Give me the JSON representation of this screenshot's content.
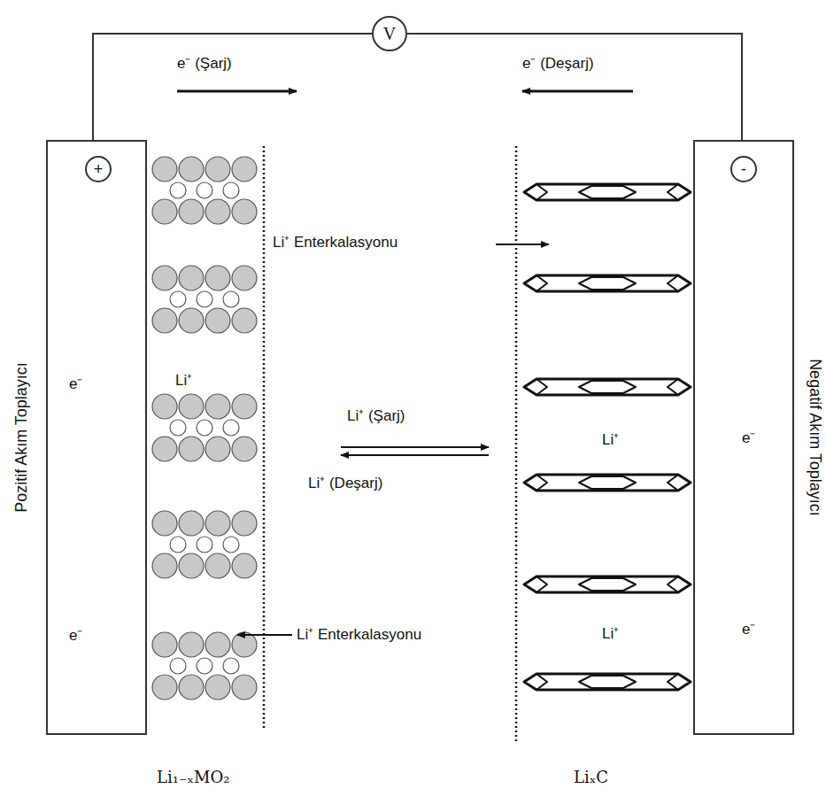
{
  "diagram": {
    "nodes": [
      {
        "text": [
          "Pozitif Akım Toplayıcı"
        ]
      },
      {
        "text": [
          "+"
        ],
        "in": 0
      },
      {
        "text": [
          "Negatif Akım Toplayıcı"
        ]
      },
      {
        "text": [
          "-"
        ],
        "in": 2
      },
      {
        "text": [
          "V"
        ]
      }
    ],
    "edges": [
      {
        "from": 0,
        "to": 4,
        "arrow": "none"
      },
      {
        "from": 4,
        "to": 2,
        "arrow": "none"
      }
    ],
    "labels": [
      "e⁻ (Şarj)",
      "e⁻ (Deşarj)",
      "e⁻",
      "Li⁺",
      "Li⁺ Enterkalasyonu",
      "Li⁺ (Şarj)",
      "Li⁺ (Deşarj)",
      "Li⁺",
      "e⁻",
      "e⁻",
      "Li⁺ Enterkalasyonu",
      "Li⁺",
      "e⁻",
      "Li₁₋ₓMO₂",
      "LiₓC"
    ]
  }
}
